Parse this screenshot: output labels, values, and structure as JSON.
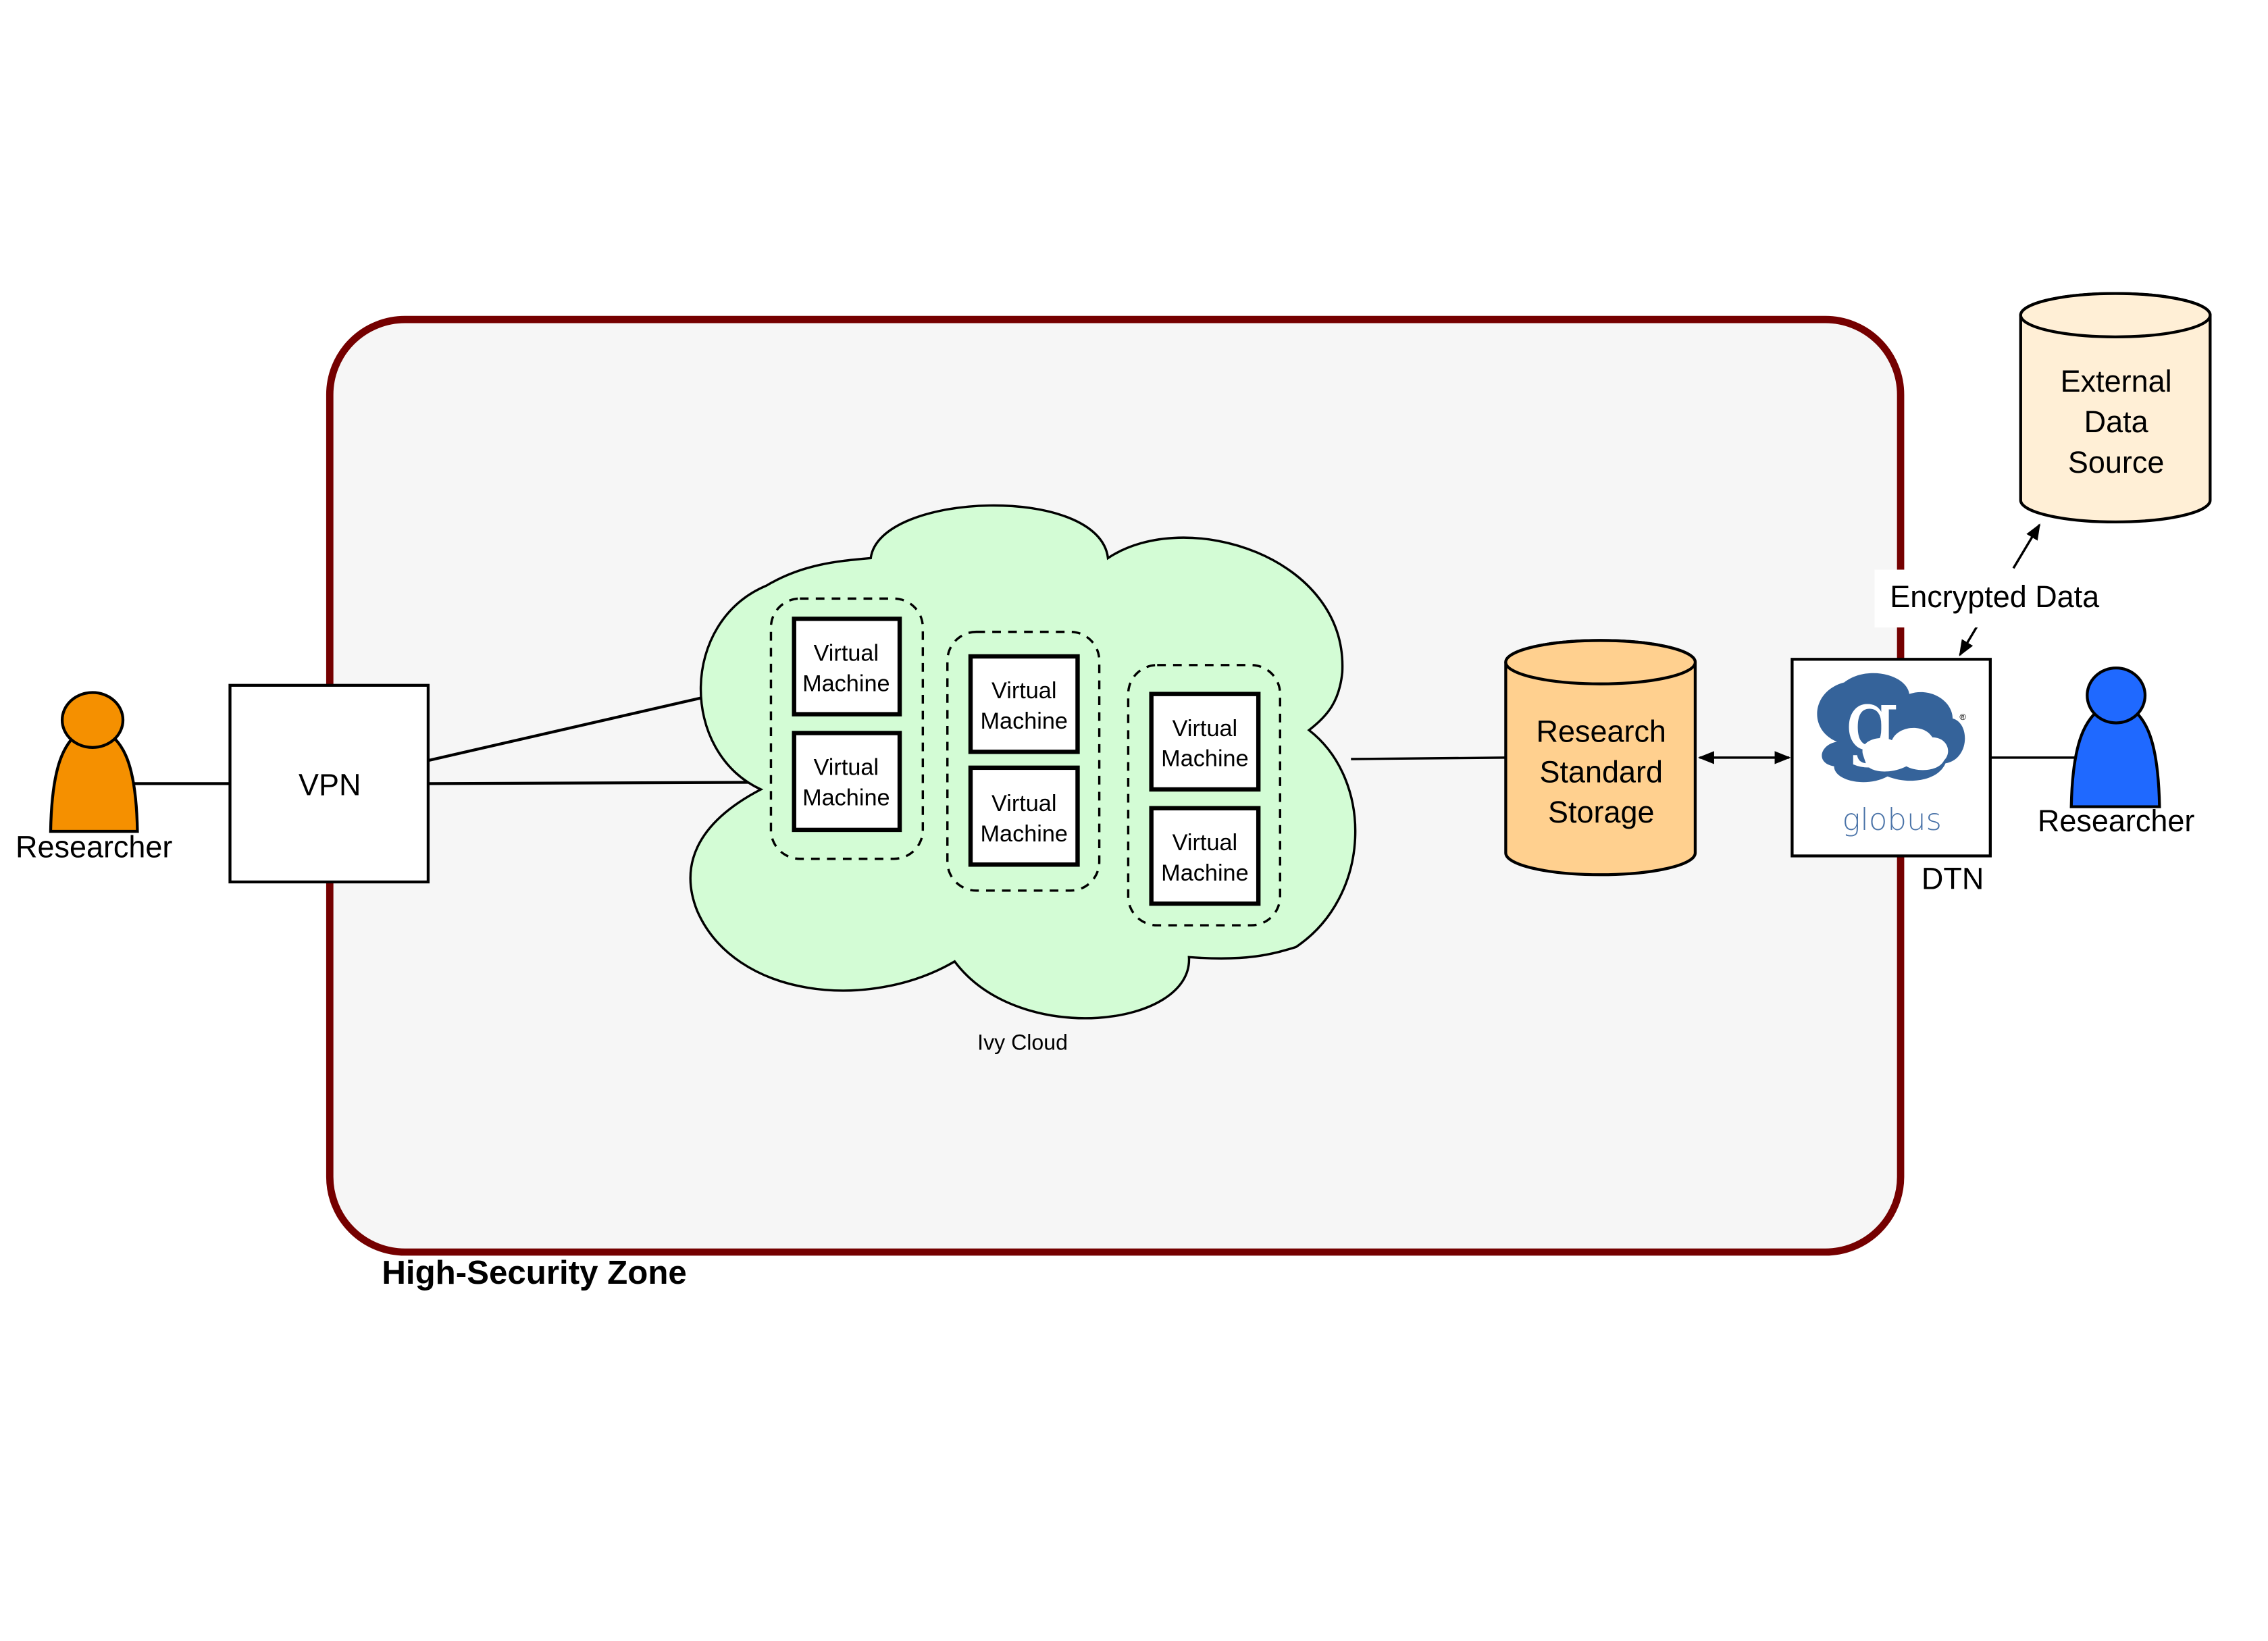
{
  "diagram": {
    "zone": {
      "label": "High-Security Zone",
      "border_color": "#750000",
      "fill_color": "#f6f6f6"
    },
    "researcher_left": {
      "label": "Researcher",
      "color": "#f59000"
    },
    "researcher_right": {
      "label": "Researcher",
      "color": "#1f69ff"
    },
    "vpn": {
      "label": "VPN"
    },
    "cloud": {
      "label": "Ivy Cloud",
      "fill_color": "#d3fcd5",
      "groups": [
        {
          "vms": [
            {
              "line1": "Virtual",
              "line2": "Machine"
            },
            {
              "line1": "Virtual",
              "line2": "Machine"
            }
          ]
        },
        {
          "vms": [
            {
              "line1": "Virtual",
              "line2": "Machine"
            },
            {
              "line1": "Virtual",
              "line2": "Machine"
            }
          ]
        },
        {
          "vms": [
            {
              "line1": "Virtual",
              "line2": "Machine"
            },
            {
              "line1": "Virtual",
              "line2": "Machine"
            }
          ]
        }
      ]
    },
    "storage": {
      "lines": [
        "Research",
        "Standard",
        "Storage"
      ],
      "fill_color": "#ffd08f"
    },
    "dtn": {
      "label": "DTN",
      "logo_text": "globus",
      "logo_letter": "g",
      "logo_mark": "®",
      "logo_color": "#35639a"
    },
    "external": {
      "lines": [
        "External",
        "Data",
        "Source"
      ],
      "fill_color": "#ffefd6"
    },
    "edge_labels": {
      "encrypted": "Encrypted Data"
    }
  }
}
